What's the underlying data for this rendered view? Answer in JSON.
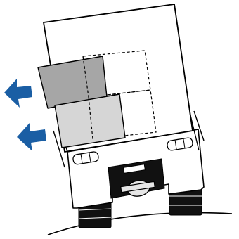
{
  "figure": {
    "subject": "truck-rear-view-tilted-load-shift",
    "colors": {
      "outline": "#000000",
      "truck_body": "#ffffff",
      "box_upper_shifted": "#a6a6a6",
      "box_lower_shifted": "#d6d6d6",
      "original_box_outline": "#000000",
      "tire": "#111111",
      "arrow": "#1a5ea4"
    },
    "arrows": [
      {
        "direction": "left",
        "meaning": "shift-direction"
      },
      {
        "direction": "left",
        "meaning": "shift-direction"
      }
    ]
  }
}
